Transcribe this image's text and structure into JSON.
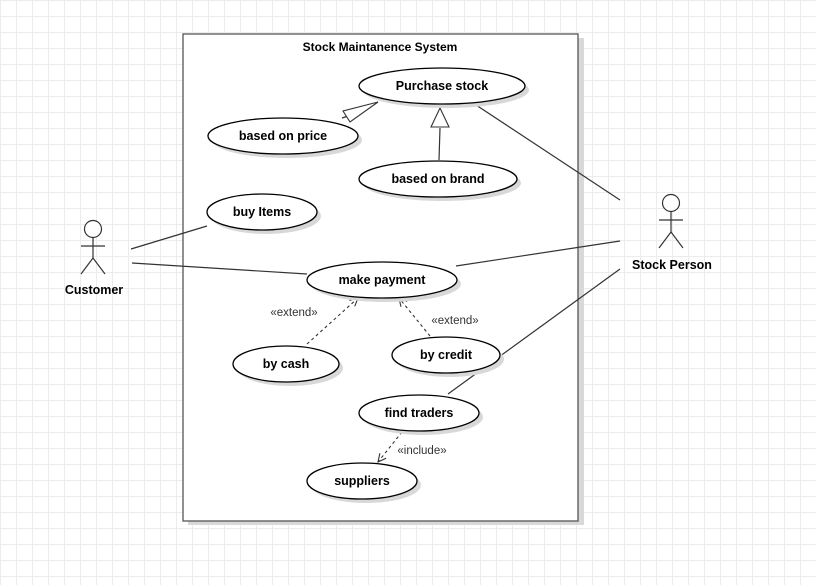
{
  "system": {
    "title": "Stock Maintanence System"
  },
  "actors": {
    "customer": "Customer",
    "stock_person": "Stock Person"
  },
  "use_cases": {
    "purchase_stock": "Purchase stock",
    "based_on_price": "based on price",
    "based_on_brand": "based on brand",
    "buy_items": "buy Items",
    "make_payment": "make payment",
    "by_cash": "by cash",
    "by_credit": "by credit",
    "find_traders": "find traders",
    "suppliers": "suppliers"
  },
  "relations": {
    "extend_cash": "«extend»",
    "extend_credit": "«extend»",
    "include_suppliers": "«include»"
  }
}
